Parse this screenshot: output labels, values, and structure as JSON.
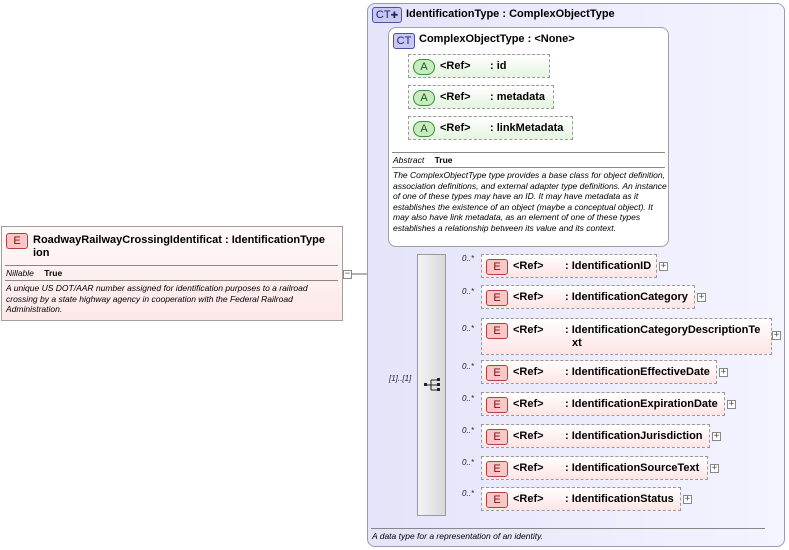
{
  "element": {
    "badge": "E",
    "name_line1": "RoadwayRailwayCrossingIdentificat",
    "name_line2": "ion",
    "type_sep": ":",
    "type": "IdentificationType",
    "prop_label": "Nillable",
    "prop_value": "True",
    "description": "A unique US DOT/AAR number assigned for identification purposes to a railroad crossing by a state highway agency in cooperation with the Federal Railroad Administration."
  },
  "outer_type": {
    "badge": "CT",
    "title": "IdentificationType",
    "sep": ":",
    "base": "ComplexObjectType",
    "description": "A data type for a representation of an identity."
  },
  "inner_type": {
    "badge": "CT",
    "title": "ComplexObjectType",
    "sep": ":",
    "base": "<None>",
    "attributes": [
      {
        "badge": "A",
        "ref": "<Ref>",
        "name": ": id"
      },
      {
        "badge": "A",
        "ref": "<Ref>",
        "name": ": metadata"
      },
      {
        "badge": "A",
        "ref": "<Ref>",
        "name": ": linkMetadata"
      }
    ],
    "prop_label": "Abstract",
    "prop_value": "True",
    "description": "The ComplexObjectType type provides a base class for object definition, association definitions, and external adapter type definitions. An instance of one of these types may have an ID. It may have metadata as it establishes the existence of an object (maybe a conceptual object). It may also have link metadata, as an element of one of these types establishes a relationship between its value and its context."
  },
  "sequence": {
    "multiplicity": "[1]..[1]",
    "children": [
      {
        "mult": "0..*",
        "badge": "E",
        "ref": "<Ref>",
        "name": ": IdentificationID",
        "name2": ""
      },
      {
        "mult": "0..*",
        "badge": "E",
        "ref": "<Ref>",
        "name": ": IdentificationCategory",
        "name2": ""
      },
      {
        "mult": "0..*",
        "badge": "E",
        "ref": "<Ref>",
        "name": ": IdentificationCategoryDescriptionTe",
        "name2": "xt"
      },
      {
        "mult": "0..*",
        "badge": "E",
        "ref": "<Ref>",
        "name": ": IdentificationEffectiveDate",
        "name2": ""
      },
      {
        "mult": "0..*",
        "badge": "E",
        "ref": "<Ref>",
        "name": ": IdentificationExpirationDate",
        "name2": ""
      },
      {
        "mult": "0..*",
        "badge": "E",
        "ref": "<Ref>",
        "name": ": IdentificationJurisdiction",
        "name2": ""
      },
      {
        "mult": "0..*",
        "badge": "E",
        "ref": "<Ref>",
        "name": ": IdentificationSourceText",
        "name2": ""
      },
      {
        "mult": "0..*",
        "badge": "E",
        "ref": "<Ref>",
        "name": ": IdentificationStatus",
        "name2": ""
      }
    ]
  },
  "icons": {
    "expand": "plus-icon",
    "collapse": "minus-icon",
    "sequence": "sequence-compositor-icon"
  }
}
